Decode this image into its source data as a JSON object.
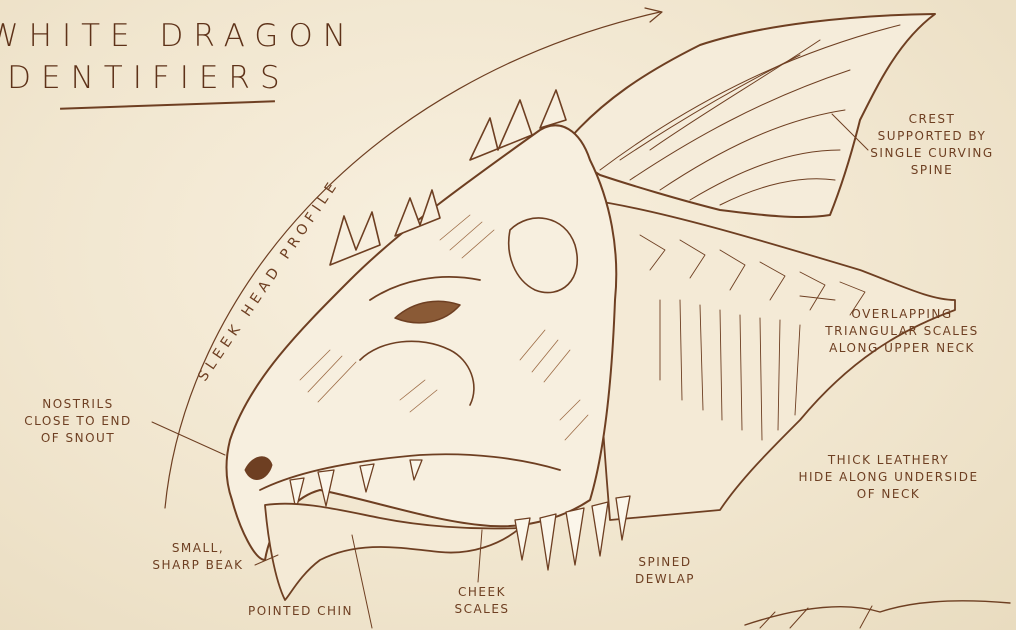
{
  "title": {
    "line1": "WHITE DRAGON",
    "line2": "IDENTIFIERS"
  },
  "profile_label": "SLEEK HEAD PROFILE",
  "annotations": {
    "crest": [
      "CREST",
      "SUPPORTED BY",
      "SINGLE CURVING",
      "SPINE"
    ],
    "scales": [
      "OVERLAPPING",
      "TRIANGULAR SCALES",
      "ALONG UPPER NECK"
    ],
    "nostrils": [
      "NOSTRILS",
      "CLOSE TO END",
      "OF SNOUT"
    ],
    "hide": [
      "THICK LEATHERY",
      "HIDE ALONG UNDERSIDE",
      "OF NECK"
    ],
    "beak": [
      "SMALL,",
      "SHARP BEAK"
    ],
    "chin": "POINTED CHIN",
    "cheek": [
      "CHEEK",
      "SCALES"
    ],
    "dewlap": [
      "SPINED",
      "DEWLAP"
    ]
  },
  "colors": {
    "parchment": "#f1e6cf",
    "ink": "#6e3f22",
    "shading": "#9c6a44"
  },
  "image": "dragon-head-sketch"
}
